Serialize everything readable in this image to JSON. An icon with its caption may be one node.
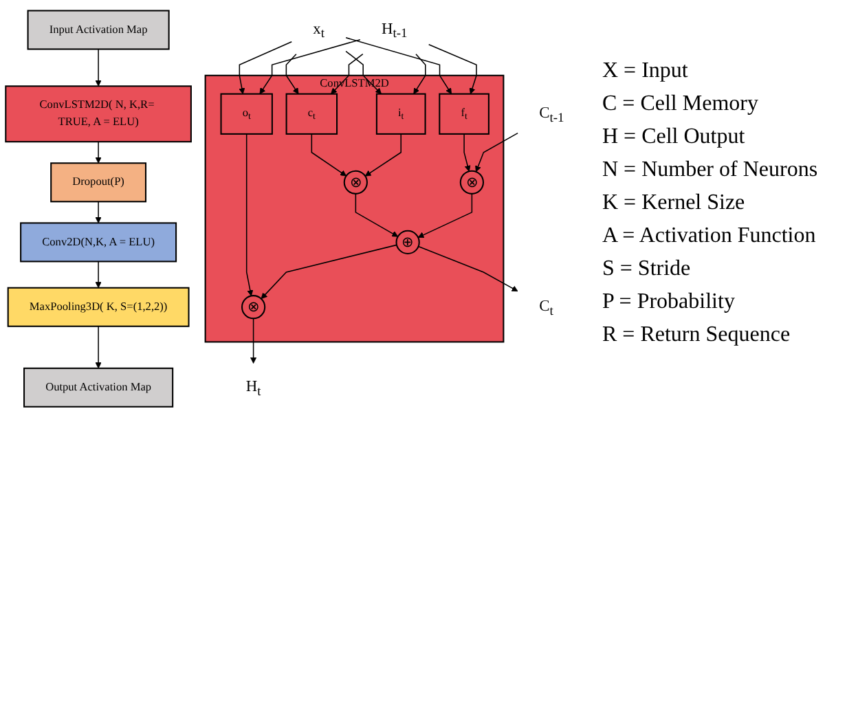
{
  "diagram": {
    "nodes": [
      {
        "text": [
          "Input Activation Map"
        ]
      },
      {
        "text": [
          "ConvLSTM2D( N, K,R= TRUE, A = ELU)"
        ]
      },
      {
        "text": [
          "Dropout(P)"
        ]
      },
      {
        "text": [
          "Conv2D(N,K, A = ELU)"
        ]
      },
      {
        "text": [
          "MaxPooling3D( K, S=(1,2,2))"
        ]
      },
      {
        "text": [
          "Output Activation Map"
        ]
      },
      {
        "text": [
          "ConvLSTM2D"
        ]
      },
      {
        "text": [
          "f$_{t}$"
        ],
        "in": 6
      },
      {
        "text": [
          "i$_{t}$"
        ],
        "in": 6
      },
      {
        "text": [
          "c$_{t}$"
        ],
        "in": 6
      },
      {
        "text": [
          "o$_{t}$"
        ],
        "in": 6
      },
      {
        "text": [
          "⊗"
        ],
        "in": 6
      },
      {
        "text": [
          "⊕"
        ],
        "in": 6
      },
      {
        "text": [
          "⊗"
        ],
        "in": 6
      },
      {
        "text": [
          "⊗"
        ],
        "in": 6
      },
      {
        "text": [
          "C$_{t-1}$"
        ]
      },
      {
        "text": [
          "H$_{t-1}$"
        ]
      },
      {
        "text": [
          "x$_{t}$"
        ]
      },
      {
        "text": [
          "C$_{t}$"
        ]
      },
      {
        "text": [
          "H$_{t}$"
        ]
      }
    ],
    "edges": [
      {
        "from": 0,
        "to": 1,
        "arrow": "to"
      },
      {
        "from": 1,
        "to": 2,
        "arrow": "to"
      },
      {
        "from": 2,
        "to": 3,
        "arrow": "to"
      },
      {
        "from": 3,
        "to": 4,
        "arrow": "to"
      },
      {
        "from": 4,
        "to": 5,
        "arrow": "to"
      },
      {
        "from": 15,
        "to": 11,
        "arrow": "to"
      },
      {
        "from": 16,
        "to": 7,
        "arrow": "to"
      },
      {
        "from": 16,
        "to": 8,
        "arrow": "to"
      },
      {
        "from": 16,
        "to": 9,
        "arrow": "to"
      },
      {
        "from": 16,
        "to": 10,
        "arrow": "to"
      },
      {
        "from": 17,
        "to": 7,
        "arrow": "to"
      },
      {
        "from": 17,
        "to": 8,
        "arrow": "to"
      },
      {
        "from": 17,
        "to": 9,
        "arrow": "to"
      },
      {
        "from": 17,
        "to": 10,
        "arrow": "to"
      },
      {
        "from": 7,
        "to": 11,
        "arrow": "to"
      },
      {
        "from": 8,
        "to": 13,
        "arrow": "to"
      },
      {
        "from": 9,
        "to": 13,
        "arrow": "to"
      },
      {
        "from": 11,
        "to": 12,
        "arrow": "to"
      },
      {
        "from": 13,
        "to": 12,
        "arrow": "to"
      },
      {
        "from": 12,
        "to": 18,
        "arrow": "to"
      },
      {
        "from": 12,
        "to": 14,
        "arrow": "to"
      },
      {
        "from": 10,
        "to": 14,
        "arrow": "to"
      },
      {
        "from": 14,
        "to": 19,
        "arrow": "to"
      }
    ],
    "labels": [
      "X = Input",
      "C = Cell Memory",
      "H = Cell Output",
      "N = Number of Neurons",
      "K = Kernel Size",
      "A = Activation Function",
      "S = Stride",
      "P = Probability",
      "R = Return Sequence"
    ]
  }
}
